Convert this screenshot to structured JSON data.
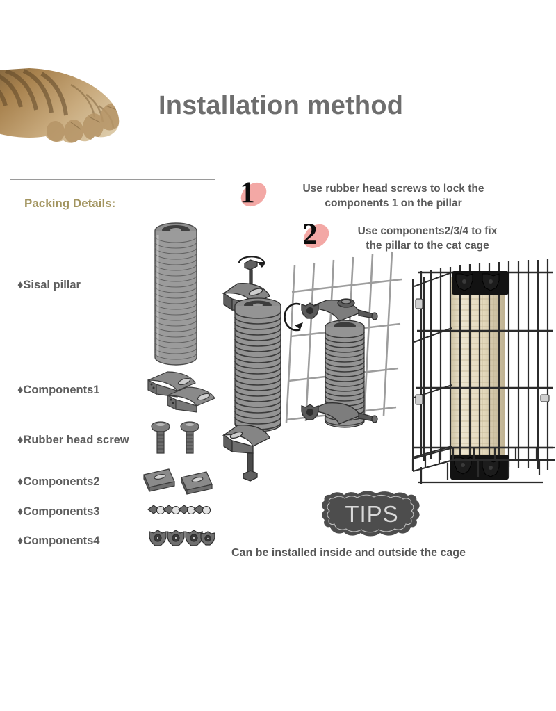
{
  "header": {
    "title": "Installation method",
    "paw_icon": "cat-paw-photo",
    "title_color": "#6e6e6e"
  },
  "packing_panel": {
    "title": "Packing Details:",
    "title_color": "#a2945f",
    "bullet": "♦",
    "items": [
      {
        "label": "Sisal pillar",
        "art": "sisal-pillar-illustration"
      },
      {
        "label": "Components1",
        "art": "l-bracket-pair-illustration"
      },
      {
        "label": "Rubber head screw",
        "art": "rubber-head-screw-pair-illustration"
      },
      {
        "label": "Components2",
        "art": "flat-plate-pair-illustration"
      },
      {
        "label": "Components3",
        "art": "wing-nut-set-illustration"
      },
      {
        "label": "Components4",
        "art": "star-knob-set-illustration"
      }
    ]
  },
  "steps": [
    {
      "number": "1",
      "text_line1": "Use rubber head screws to lock the",
      "text_line2": "components 1 on the pillar",
      "accent": "#f3a8a5"
    },
    {
      "number": "2",
      "text_line1": "Use components2/3/4 to fix",
      "text_line2": "the pillar to the cat cage",
      "accent": "#f3a8a5"
    }
  ],
  "tips": {
    "badge_label": "TIPS",
    "badge_color": "#4d4d4d",
    "badge_text_color": "#d9d9d9",
    "caption": "Can be installed inside and outside the cage"
  },
  "diagram": {
    "name": "assembly-exploded-diagram",
    "left_view": "pillar-with-brackets-and-screws",
    "right_view": "pillar-mounted-on-wire-mesh",
    "wire_color": "#9a9a9a",
    "part_color": "#5f5f5f"
  },
  "photo": {
    "name": "installed-product-photo",
    "description": "sisal post mounted inside black wire cat cage",
    "post_color": "#e8dfc8",
    "cage_color": "#2b2b2b"
  }
}
